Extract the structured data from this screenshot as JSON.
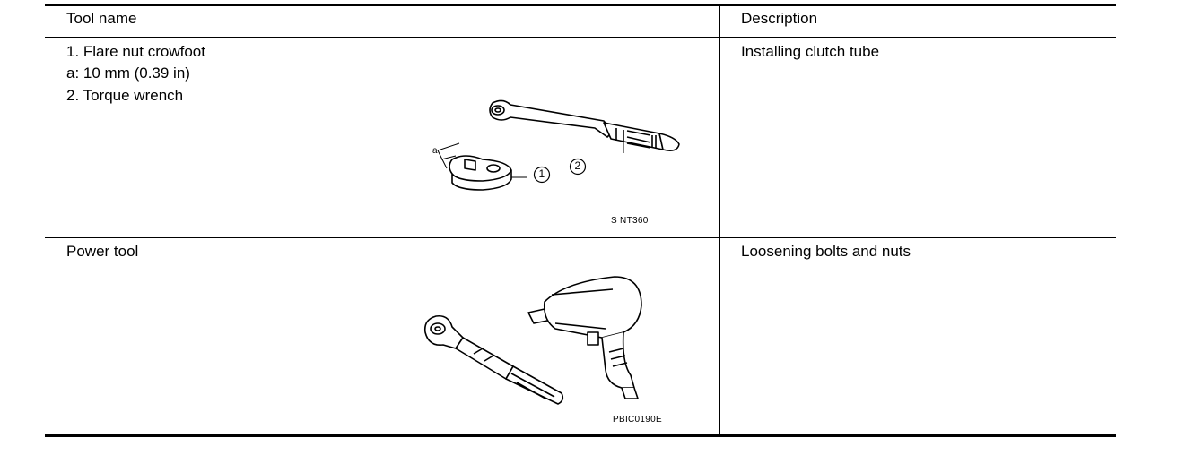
{
  "table": {
    "headers": {
      "tool_name": "Tool name",
      "description": "Description"
    },
    "rows": [
      {
        "tool_lines": [
          "1. Flare nut crowfoot",
          "a: 10 mm (0.39 in)",
          "2. Torque wrench"
        ],
        "description": "Installing clutch tube",
        "figure": {
          "code": "S NT360",
          "callouts": [
            "a",
            "1",
            "2"
          ],
          "icons": [
            "flare-nut-crowfoot-icon",
            "torque-wrench-icon"
          ]
        }
      },
      {
        "tool_lines": [
          "Power tool"
        ],
        "description": "Loosening bolts and nuts",
        "figure": {
          "code": "PBIC0190E",
          "icons": [
            "air-ratchet-icon",
            "impact-wrench-icon"
          ]
        }
      }
    ]
  }
}
